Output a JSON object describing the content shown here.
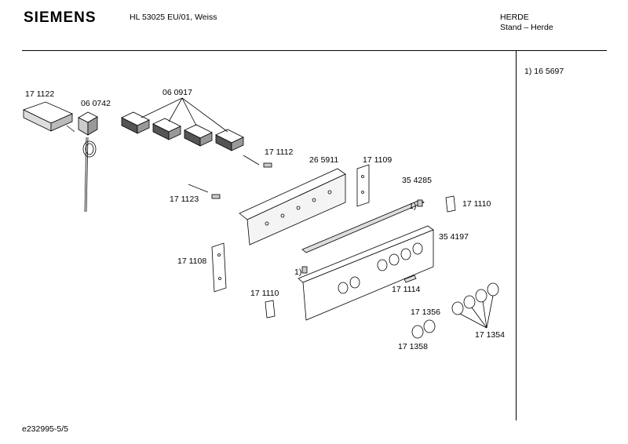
{
  "header": {
    "brand": "SIEMENS",
    "model": "HL 53025 EU/01, Weiss",
    "category_line1": "HERDE",
    "category_line2": "Stand – Herde"
  },
  "note": "1)  16 5697",
  "footer": "e232995-5/5",
  "parts": {
    "p171122": "17 1122",
    "p060742": "06 0742",
    "p060917": "06 0917",
    "p171112": "17 1112",
    "p265911": "26 5911",
    "p171109": "17 1109",
    "p354285": "35 4285",
    "p171123": "17 1123",
    "p171110a": "17 1110",
    "p354197": "35 4197",
    "p171108": "17 1108",
    "p171110b": "17 1110",
    "p171114": "17 1114",
    "p171356": "17 1356",
    "p171354": "17 1354",
    "p171358": "17 1358",
    "ref1a": "1)",
    "ref1b": "1)"
  }
}
